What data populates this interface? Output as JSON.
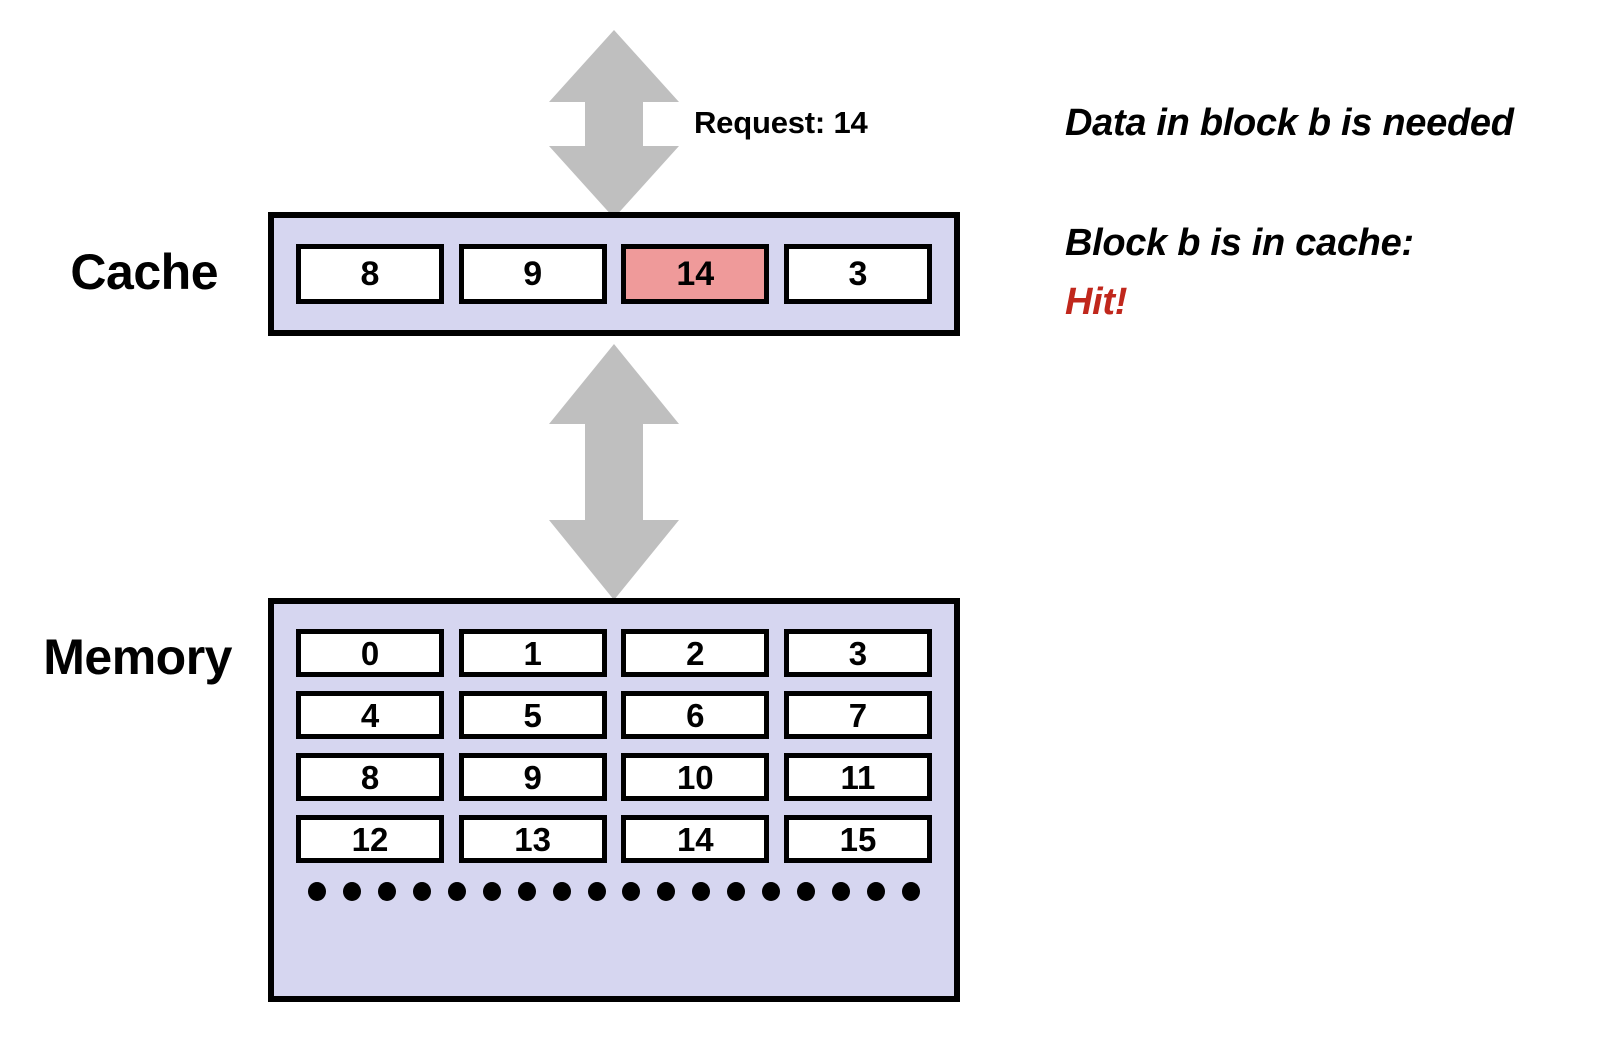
{
  "diagram": {
    "title": "Cache hit illustration",
    "colors": {
      "container_fill": "#d6d6f0",
      "cell_fill": "#ffffff",
      "highlight_fill": "#ef9a9a",
      "arrow_fill": "#bfbfbf",
      "outline": "#000000",
      "hit_text": "#c0271c"
    }
  },
  "labels": {
    "cache": "Cache",
    "memory": "Memory"
  },
  "request": {
    "text": "Request: 14"
  },
  "cache": {
    "cells": [
      {
        "value": "8",
        "highlighted": false
      },
      {
        "value": "9",
        "highlighted": false
      },
      {
        "value": "14",
        "highlighted": true
      },
      {
        "value": "3",
        "highlighted": false
      }
    ]
  },
  "memory": {
    "rows": [
      [
        "0",
        "1",
        "2",
        "3"
      ],
      [
        "4",
        "5",
        "6",
        "7"
      ],
      [
        "8",
        "9",
        "10",
        "11"
      ],
      [
        "12",
        "13",
        "14",
        "15"
      ]
    ],
    "ellipsis_dot_count": 18
  },
  "notes": {
    "needed": "Data in block b is needed",
    "in_cache": "Block b is in cache:",
    "hit": "Hit!"
  },
  "icons": {
    "top_arrow": "double-headed-vertical-arrow",
    "mid_arrow": "double-headed-vertical-arrow"
  }
}
